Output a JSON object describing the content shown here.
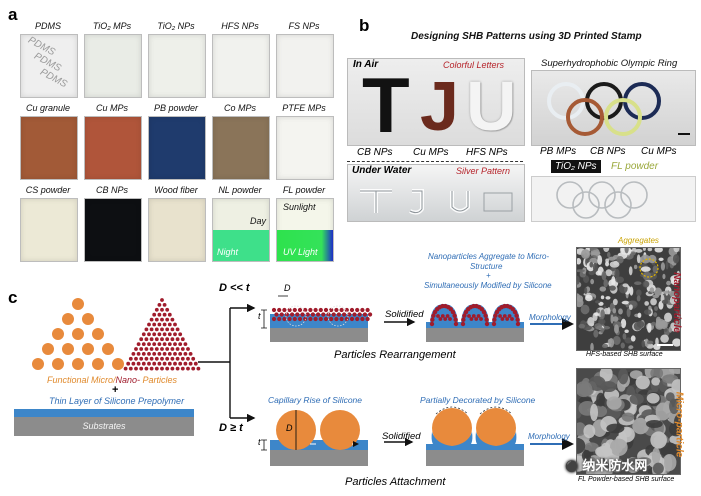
{
  "panel_a": {
    "label": "a",
    "swatches": [
      {
        "label": "PDMS",
        "color": "#efefef"
      },
      {
        "label": "TiO₂ MPs",
        "color": "#e9ece6"
      },
      {
        "label": "TiO₂ NPs",
        "color": "#eef0ea"
      },
      {
        "label": "HFS NPs",
        "color": "#f1f2ee"
      },
      {
        "label": "FS NPs",
        "color": "#f2f2ef"
      },
      {
        "label": "Cu granule",
        "color": "#a25a37"
      },
      {
        "label": "Cu MPs",
        "color": "#b0553a"
      },
      {
        "label": "PB powder",
        "color": "#1f3b6d"
      },
      {
        "label": "Co MPs",
        "color": "#8a7459"
      },
      {
        "label": "PTFE MPs",
        "color": "#f4f4f0"
      },
      {
        "label": "CS powder",
        "color": "#ece9d6"
      },
      {
        "label": "CB NPs",
        "color": "#0d0f12"
      },
      {
        "label": "Wood fiber",
        "color": "#e8e2cd"
      },
      {
        "label": "NL powder",
        "color": "#eef0e3"
      },
      {
        "label": "FL powder",
        "color": "#f4f6ea"
      }
    ],
    "pdms_watermark": "PDMS",
    "nl_day": "Day",
    "nl_night": "Night",
    "fl_sunlight": "Sunlight",
    "fl_uv": "UV Light"
  },
  "panel_b": {
    "label": "b",
    "title": "Designing SHB Patterns using 3D Printed Stamp",
    "in_air": "In Air",
    "colorful_letters": "Colorful Letters",
    "letters": [
      "T",
      "J",
      "U"
    ],
    "letter_materials": [
      "CB NPs",
      "Cu MPs",
      "HFS NPs"
    ],
    "olympic_title": "Superhydrophobic Olympic Ring",
    "ring_materials": [
      "PB MPs",
      "CB NPs",
      "Cu MPs"
    ],
    "tio2_label": "TiO₂ NPs",
    "fl_label": "FL powder",
    "under_water": "Under Water",
    "silver_pattern": "Silver Pattern"
  },
  "panel_c": {
    "label": "c",
    "particles_label_orange": "Functional Micro/",
    "particles_label_red": "Nano-",
    "particles_label_end": " Particles",
    "plus": "+",
    "thin_layer": "Thin Layer of Silicone Prepolymer",
    "substrates": "Substrates",
    "cond_top": "D << t",
    "cond_bottom": "D ≥ t",
    "d_label": "D",
    "t_label": "t",
    "solidified": "Solidified",
    "morphology": "Morphology",
    "np_text_1": "Nanoparticles Aggregate to Micro-",
    "np_text_2": "Structure",
    "np_text_3": "+",
    "np_text_4": "Simultaneously Modified by Silicone",
    "rearrangement": "Particles Rearrangement",
    "capillary": "Capillary Rise of Silicone",
    "partially": "Partially Decorated by Silicone",
    "attachment": "Particles Attachment",
    "aggregates": "Aggregates",
    "nanoparticle": "Nanoparticle",
    "microparticle": "Micro-particle",
    "hfs_caption": "HFS-based SHB surface",
    "fl_caption": "FL Powder-based SHB surface",
    "watermark": "纳米防水网"
  },
  "colors": {
    "orange": "#e88a3c",
    "darkred": "#a01c2c",
    "blue": "#2f6db5",
    "silicone": "#3d86c9",
    "substrate": "#8c8c8c"
  }
}
